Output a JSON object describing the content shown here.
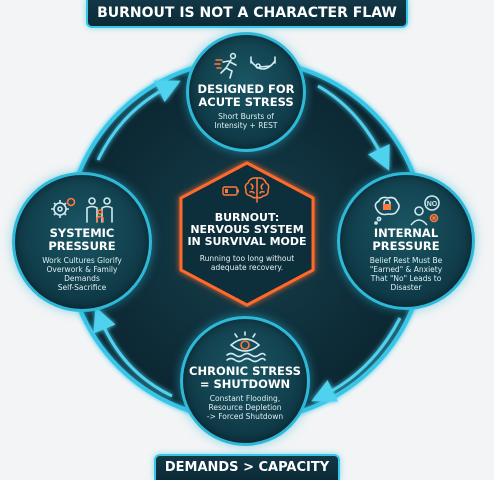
{
  "header": {
    "title": "BURNOUT IS NOT A CHARACTER FLAW"
  },
  "footer": {
    "title": "DEMANDS > CAPACITY"
  },
  "center": {
    "title": "BURNOUT: NERVOUS SYSTEM IN SURVIVAL MODE",
    "title_lines": [
      "BURNOUT:",
      "NERVOUS SYSTEM",
      "IN SURVIVAL MODE"
    ],
    "description_lines": [
      "Running too long without",
      "adequate recovery."
    ],
    "icons": [
      "brain-icon",
      "low-battery-icon"
    ]
  },
  "nodes": {
    "top": {
      "title_lines": [
        "DESIGNED FOR",
        "ACUTE STRESS"
      ],
      "description_lines": [
        "Short Bursts of",
        "Intensity + REST"
      ],
      "icons": [
        "running-person-icon",
        "hammock-rest-icon"
      ]
    },
    "left": {
      "title_lines": [
        "SYSTEMIC",
        "PRESSURE"
      ],
      "description_lines": [
        "Work Cultures Glorify",
        "Overwork & Family",
        "Demands",
        "Self-Sacrifice"
      ],
      "icons": [
        "gears-icon",
        "family-icon"
      ]
    },
    "right": {
      "title_lines": [
        "INTERNAL",
        "PRESSURE"
      ],
      "description_lines": [
        "Belief Rest Must Be",
        "\"Earned\" & Anxiety",
        "That \"No\" Leads to",
        "Disaster"
      ],
      "icons": [
        "thought-lock-icon",
        "person-no-icon"
      ],
      "icon_text": "NO"
    },
    "bottom": {
      "title_lines": [
        "CHRONIC STRESS",
        "= SHUTDOWN"
      ],
      "description_lines": [
        "Constant Flooding,",
        "Resource Depletion",
        "-> Forced Shutdown"
      ],
      "icons": [
        "flooded-eye-icon"
      ]
    }
  },
  "colors": {
    "ring_glow": "#38c6e8",
    "node_fill": "#0f3946",
    "center_hex_glow": "#ff6a2a",
    "center_fill": "#0d2e3a",
    "icon_orange": "#ff7a3c",
    "icon_light": "#cfeaf1",
    "background": "#f2f4f5"
  }
}
